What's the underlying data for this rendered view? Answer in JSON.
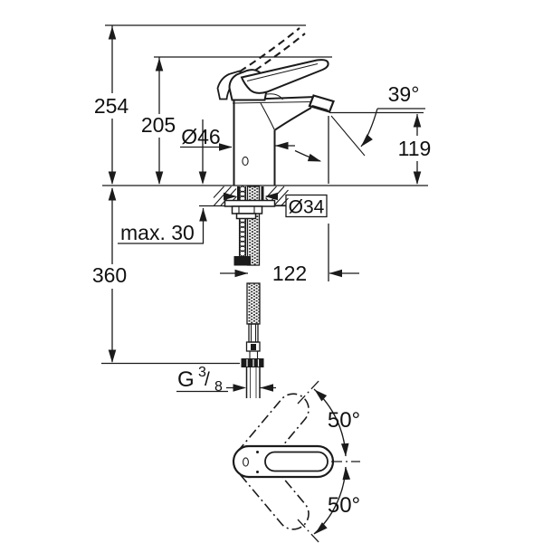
{
  "drawing": {
    "labels": {
      "overall_height": "254",
      "lever_height": "205",
      "body_diameter": "Ø46",
      "spray_angle": "39°",
      "spout_height": "119",
      "hole_diameter": "Ø34",
      "max_deck_thickness": "max. 30",
      "hose_drop": "360",
      "spout_reach": "122",
      "thread_prefix": "G",
      "thread_numerator": "3",
      "thread_slash": "/",
      "thread_denominator": "8",
      "swing_angle_up": "50°",
      "swing_angle_down": "50°"
    }
  }
}
